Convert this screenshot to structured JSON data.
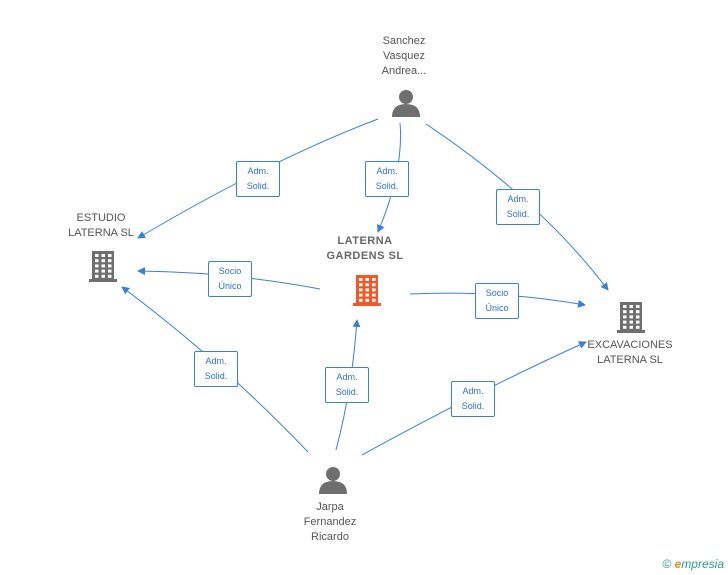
{
  "nodes": {
    "sanchez": {
      "label": "Sanchez\nVasquez\nAndrea...",
      "kind": "person"
    },
    "jarpa": {
      "label": "Jarpa\nFernandez\nRicardo",
      "kind": "person"
    },
    "estudio": {
      "label": "ESTUDIO\nLATERNA  SL",
      "kind": "company"
    },
    "laterna": {
      "label": "LATERNA\nGARDENS  SL",
      "kind": "company-main"
    },
    "excavaciones": {
      "label": "EXCAVACIONES\nLATERNA  SL",
      "kind": "company"
    }
  },
  "edges": [
    {
      "from": "sanchez",
      "to": "estudio",
      "label": "Adm.\nSolid."
    },
    {
      "from": "sanchez",
      "to": "laterna",
      "label": "Adm.\nSolid."
    },
    {
      "from": "sanchez",
      "to": "excavaciones",
      "label": "Adm.\nSolid."
    },
    {
      "from": "laterna",
      "to": "estudio",
      "label": "Socio\nÚnico"
    },
    {
      "from": "laterna",
      "to": "excavaciones",
      "label": "Socio\nÚnico"
    },
    {
      "from": "jarpa",
      "to": "estudio",
      "label": "Adm.\nSolid."
    },
    {
      "from": "jarpa",
      "to": "laterna",
      "label": "Adm.\nSolid."
    },
    {
      "from": "jarpa",
      "to": "excavaciones",
      "label": "Adm.\nSolid."
    }
  ],
  "colors": {
    "edge": "#3b7fd6",
    "company_icon": "#6f6f6f",
    "main_company_icon": "#f05a28",
    "person_icon": "#6f6f6f"
  },
  "brand": {
    "copyright": "©",
    "initial": "e",
    "rest": "mpresia"
  }
}
